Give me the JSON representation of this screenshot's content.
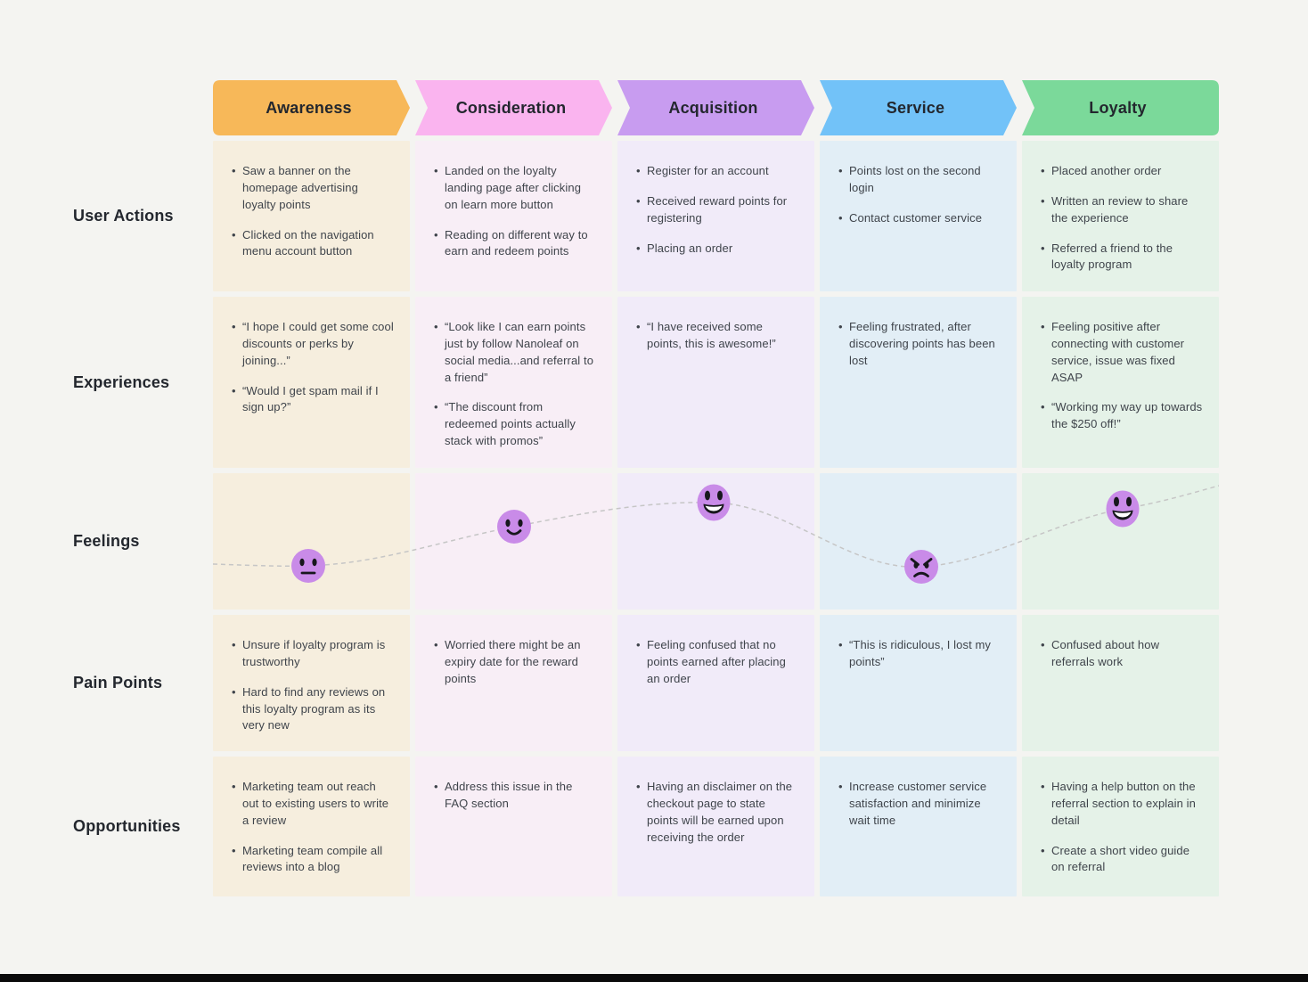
{
  "board": {
    "row_labels": [
      {
        "label": "User Actions"
      },
      {
        "label": "Experiences"
      },
      {
        "label": "Feelings"
      },
      {
        "label": "Pain Points"
      },
      {
        "label": "Opportunities"
      }
    ],
    "curve_color": "#C6C6C6",
    "face_color": "#C98BE8",
    "stages": [
      {
        "label": "Awareness",
        "header_color": "#F7B859",
        "cell_color": "#F6EEDE",
        "user_actions": [
          "Saw a banner on the homepage advertising loyalty points",
          "Clicked on the navigation menu account button"
        ],
        "experiences": [
          "“I hope I could get some cool discounts or perks by joining...”",
          "“Would I get spam mail if I sign up?”"
        ],
        "feeling": "neutral",
        "pain_points": [
          "Unsure if loyalty program is trustworthy",
          "Hard to find any reviews on this loyalty program as its very new"
        ],
        "opportunities": [
          "Marketing team out reach out to existing users to write a review",
          "Marketing team compile all reviews into a blog"
        ]
      },
      {
        "label": "Consideration",
        "header_color": "#FAB4EF",
        "cell_color": "#F8EEF6",
        "user_actions": [
          "Landed on the loyalty landing page after clicking on learn more button",
          "Reading on different way to earn and redeem points"
        ],
        "experiences": [
          "“Look like I can earn points just by follow Nanoleaf on social media...and referral to a friend”",
          "“The discount from redeemed points actually stack with promos”"
        ],
        "feeling": "slight-smile",
        "pain_points": [
          "Worried there might be an expiry date for the reward points"
        ],
        "opportunities": [
          "Address this issue in the FAQ section"
        ]
      },
      {
        "label": "Acquisition",
        "header_color": "#C89CF0",
        "cell_color": "#F1EBF9",
        "user_actions": [
          "Register for an account",
          "Received reward points for registering",
          "Placing an order"
        ],
        "experiences": [
          "“I have received some points, this is awesome!”"
        ],
        "feeling": "big-smile",
        "pain_points": [
          "Feeling confused that no points earned after placing an order"
        ],
        "opportunities": [
          "Having an disclaimer on the checkout page to state points will be earned upon receiving the order"
        ]
      },
      {
        "label": "Service",
        "header_color": "#72C2F8",
        "cell_color": "#E2EEF6",
        "user_actions": [
          "Points lost on the second login",
          "Contact customer service"
        ],
        "experiences": [
          "Feeling frustrated, after discovering points has been lost"
        ],
        "feeling": "angry",
        "pain_points": [
          "“This is ridiculous, I lost my points”"
        ],
        "opportunities": [
          "Increase customer service satisfaction and minimize wait time"
        ]
      },
      {
        "label": "Loyalty",
        "header_color": "#7BD99A",
        "cell_color": "#E5F2E8",
        "user_actions": [
          "Placed another order",
          "Written an review to share the experience",
          "Referred a friend to the loyalty program"
        ],
        "experiences": [
          "Feeling positive after connecting with customer service, issue was fixed ASAP",
          "“Working my way up towards the $250 off!”"
        ],
        "feeling": "big-smile",
        "pain_points": [
          "Confused about how referrals work"
        ],
        "opportunities": [
          "Having a help button on the referral section to explain in detail",
          "Create a short video guide on referral"
        ]
      }
    ]
  }
}
